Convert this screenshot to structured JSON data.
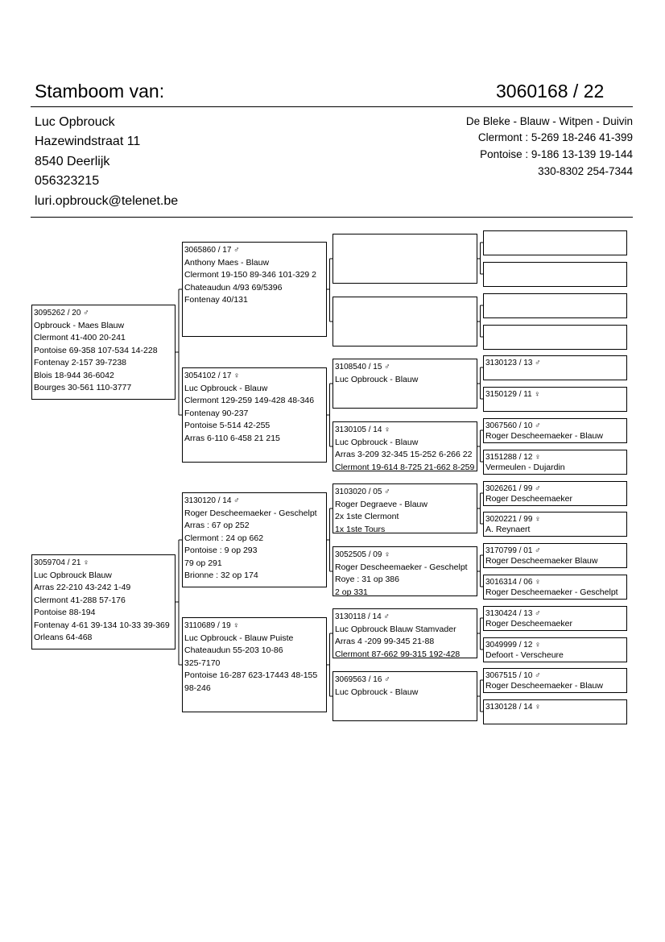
{
  "header": {
    "title": "Stamboom van:",
    "ring": "3060168 / 22"
  },
  "owner": {
    "name": "Luc Opbrouck",
    "street": "Hazewindstraat 11",
    "city": "8540 Deerlijk",
    "phone": "056323215",
    "email": "luri.opbrouck@telenet.be"
  },
  "subject": {
    "line1": "De Bleke - Blauw - Witpen - Duivin",
    "line2": "Clermont : 5-269 18-246 41-399",
    "line3": "Pontoise : 9-186 13-139 19-144",
    "line4": "330-8302 254-7344"
  },
  "pedigree": {
    "sire": [
      "3095262 / 20 ♂",
      "Opbrouck - Maes      Blauw",
      "Clermont 41-400 20-241",
      "Pontoise 69-358 107-534 14-228",
      "Fontenay 2-157 39-7238",
      "Blois 18-944 36-6042",
      "Bourges 30-561 110-3777"
    ],
    "dam": [
      "3059704 / 21 ♀",
      "Luc Opbrouck   Blauw",
      "Arras 22-210 43-242 1-49",
      "Clermont 41-288 57-176",
      "Pontoise 88-194",
      "Fontenay 4-61 39-134 10-33 39-369",
      "Orleans 64-468"
    ],
    "ss": [
      "3065860 / 17 ♂",
      "Anthony Maes - Blauw",
      "Clermont 19-150  89-346  101-329  2",
      "Chateaudun 4/93 69/5396",
      "Fontenay 40/131"
    ],
    "sd": [
      "3054102 / 17 ♀",
      "Luc Opbrouck - Blauw",
      "Clermont 129-259  149-428  48-346",
      "Fontenay 90-237",
      "Pontoise 5-514  42-255",
      "Arras 6-110 6-458 21 215"
    ],
    "ds": [
      "3130120 / 14 ♂",
      "Roger Descheemaeker - Geschelpt",
      "Arras : 67 op 252",
      "Clermont : 24 op 662",
      "Pontoise :     9 op 293",
      "                    79 op 291",
      "Brionne  :  32 op 174"
    ],
    "dd": [
      "3110689 / 19 ♀",
      "Luc Opbrouck - Blauw     Puiste",
      "Chateaudun 55-203 10-86",
      "                        325-7170",
      "Pontoise 16-287 623-17443 48-155",
      "                98-246"
    ],
    "g3": [
      [],
      [],
      [
        "3108540 / 15 ♂",
        "Luc Opbrouck - Blauw"
      ],
      [
        "3130105 / 14 ♀",
        "Luc Opbrouck - Blauw",
        "Arras  3-209 32-345 15-252 6-266 22",
        "Clermont  19-614 8-725 21-662 8-259"
      ],
      [
        "3103020 / 05 ♂",
        "Roger Degraeve - Blauw",
        "2x 1ste Clermont",
        "1x 1ste Tours"
      ],
      [
        "3052505 / 09 ♀",
        "Roger Descheemaeker - Geschelpt",
        "Roye : 31 op 386",
        "           2 op 331"
      ],
      [
        "3130118 / 14 ♂",
        "Luc Opbrouck  Blauw Stamvader",
        "Arras   4 -209   99-345  21-88",
        "Clermont  87-662 99-315  192-428"
      ],
      [
        "3069563 / 16 ♂",
        "Luc Opbrouck - Blauw"
      ]
    ],
    "g4": [
      [],
      [],
      [],
      [],
      [
        "3130123 / 13 ♂"
      ],
      [
        "3150129 / 11 ♀"
      ],
      [
        "3067560 / 10 ♂",
        "Roger Descheemaeker -  Blauw"
      ],
      [
        "3151288 / 12 ♀",
        "Vermeulen - Dujardin"
      ],
      [
        "3026261 / 99 ♂",
        "Roger Descheemaeker"
      ],
      [
        "3020221 / 99 ♀",
        "A. Reynaert"
      ],
      [
        "3170799 / 01 ♂",
        "Roger Descheemaeker  Blauw"
      ],
      [
        "3016314 / 06 ♀",
        "Roger Descheemaeker - Geschelpt"
      ],
      [
        "3130424 / 13 ♂",
        "Roger Descheemaeker"
      ],
      [
        "3049999 / 12 ♀",
        "Defoort - Verscheure"
      ],
      [
        "3067515 / 10 ♂",
        "Roger Descheemaeker - Blauw"
      ],
      [
        "3130128 / 14 ♀"
      ]
    ]
  }
}
